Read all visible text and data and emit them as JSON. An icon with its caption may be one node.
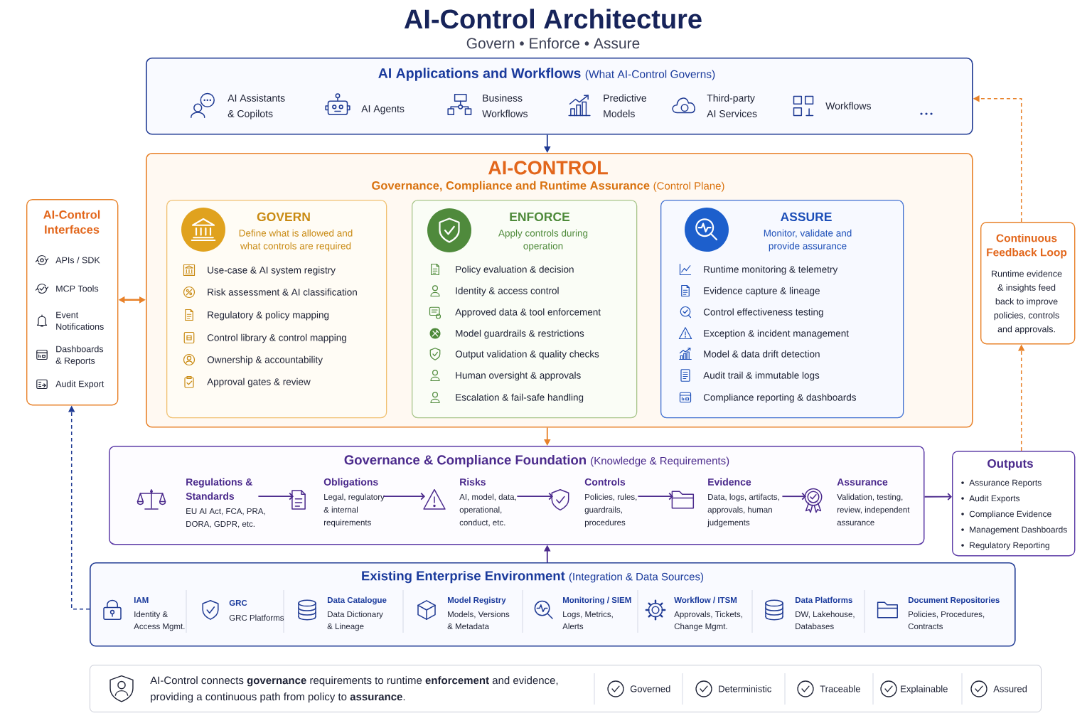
{
  "diagram": {
    "title": "AI-Control Architecture",
    "nodes": [
      {
        "text": [
          "AI Applications and Workflows",
          "(What AI-Control Governs)",
          "AI Assistants & Copilots",
          "AI Agents",
          "Business Workflows",
          "Predictive Models",
          "Third-party AI Services",
          "Workflows"
        ]
      },
      {
        "text": [
          "AI-CONTROL",
          "Governance, Compliance and Runtime Assurance",
          "(Control Plane)"
        ]
      },
      {
        "text": [
          "GOVERN",
          "Define what is allowed and what controls are required",
          "Use-case & AI system registry",
          "Risk assessment & AI classification",
          "Regulatory & policy mapping",
          "Control library & control mapping",
          "Ownership & accountability",
          "Approval gates & review"
        ],
        "in": 1
      },
      {
        "text": [
          "ENFORCE",
          "Apply controls during operation",
          "Policy evaluation & decision",
          "Identity & access control",
          "Approved data & tool enforcement",
          "Model guardrails & restrictions",
          "Output validation & quality checks",
          "Human oversight & approvals",
          "Escalation & fail-safe handling"
        ],
        "in": 1
      },
      {
        "text": [
          "ASSURE",
          "Monitor, validate and provide assurance",
          "Runtime monitoring & telemetry",
          "Evidence capture & lineage",
          "Control effectiveness testing",
          "Exception & incident management",
          "Model & data drift detection",
          "Audit trail & immutable logs",
          "Compliance reporting & dashboards"
        ],
        "in": 1
      },
      {
        "text": [
          "AI-Control Interfaces",
          "APIs / SDK",
          "MCP Tools",
          "Event Notifications",
          "Dashboards & Reports",
          "Audit Export"
        ]
      },
      {
        "text": [
          "Continuous Feedback Loop",
          "Runtime evidence & insights feed back to improve policies, controls and approvals."
        ]
      },
      {
        "text": [
          "Governance & Compliance Foundation",
          "(Knowledge & Requirements)"
        ]
      },
      {
        "text": [
          "Regulations & Standards",
          "EU AI Act, FCA, PRA, DORA, GDPR, etc."
        ],
        "in": 7
      },
      {
        "text": [
          "Obligations",
          "Legal, regulatory & internal requirements"
        ],
        "in": 7
      },
      {
        "text": [
          "Risks",
          "AI, model, data, operational, conduct, etc."
        ],
        "in": 7
      },
      {
        "text": [
          "Controls",
          "Policies, rules, guardrails, procedures"
        ],
        "in": 7
      },
      {
        "text": [
          "Evidence",
          "Data, logs, artifacts, approvals, human judgements"
        ],
        "in": 7
      },
      {
        "text": [
          "Assurance",
          "Validation, testing, review, independent assurance"
        ],
        "in": 7
      },
      {
        "text": [
          "Outputs",
          "Assurance Reports",
          "Audit Exports",
          "Compliance Evidence",
          "Management Dashboards",
          "Regulatory Reporting"
        ]
      },
      {
        "text": [
          "Existing Enterprise Environment",
          "(Integration & Data Sources)",
          "IAM",
          "Identity & Access Mgmt.",
          "GRC",
          "GRC Platforms",
          "Data Catalogue",
          "Data Dictionary & Lineage",
          "Model Registry",
          "Models, Versions & Metadata",
          "Monitoring / SIEM",
          "Logs, Metrics, Alerts",
          "Workflow / ITSM",
          "Approvals, Tickets, Change Mgmt.",
          "Data Platforms",
          "DW, Lakehouse, Databases",
          "Document Repositories",
          "Policies, Procedures, Contracts"
        ]
      },
      {
        "text": [
          "AI-Control connects **governance** requirements to runtime **enforcement** and evidence, providing a continuous path from policy to **assurance**.",
          "Governed",
          "Deterministic",
          "Traceable",
          "Explainable",
          "Assured"
        ]
      }
    ],
    "edges": [
      {
        "from": 0,
        "to": 1,
        "arrow": "to",
        "color": "#1f3a93"
      },
      {
        "from": 5,
        "to": 1,
        "arrow": "both",
        "color": "#e8822a"
      },
      {
        "from": 1,
        "to": 7,
        "arrow": "to",
        "color": "#e8822a"
      },
      {
        "from": 15,
        "to": 7,
        "arrow": "to"
      },
      {
        "from": 15,
        "to": 5,
        "arrow": "to",
        "style": "dashed",
        "color": "#1f3a93"
      },
      {
        "from": 7,
        "to": 14,
        "arrow": "to"
      },
      {
        "from": 14,
        "to": 6,
        "arrow": "to",
        "style": "dashed",
        "color": "#e8822a"
      },
      {
        "from": 6,
        "to": 0,
        "arrow": "to",
        "style": "dashed",
        "color": "#e8822a"
      },
      {
        "from": 8,
        "to": 9,
        "arrow": "to"
      },
      {
        "from": 9,
        "to": 10,
        "arrow": "to"
      },
      {
        "from": 10,
        "to": 11,
        "arrow": "to"
      },
      {
        "from": 11,
        "to": 12,
        "arrow": "to"
      },
      {
        "from": 12,
        "to": 13,
        "arrow": "to"
      }
    ],
    "labels": [
      "Govern • Enforce • Assure"
    ]
  }
}
